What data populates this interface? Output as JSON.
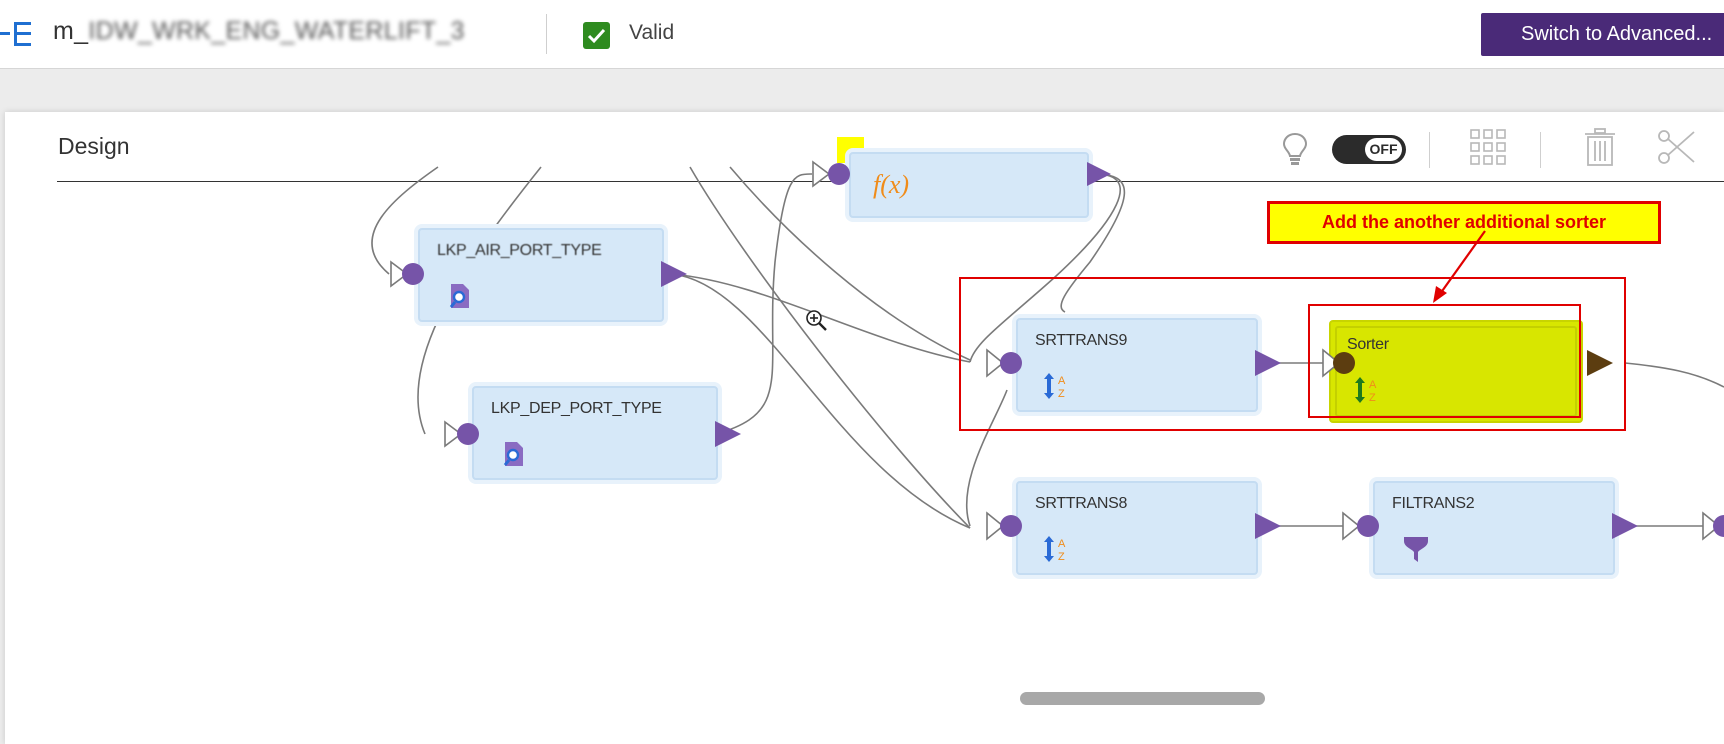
{
  "header": {
    "title_prefix": "m_",
    "title_rest": "IDW_WRK_ENG_WATERLIFT_3",
    "status_label": "Valid",
    "advanced_button_label": "Switch to Advanced..."
  },
  "design": {
    "title": "Design",
    "toggle_label": "OFF"
  },
  "nodes": {
    "lkp_1": "LKP_AIR_PORT_TYPE",
    "lkp_2": "LKP_DEP_PORT_TYPE",
    "srt9": "SRTTRANS9",
    "sorter": "Sorter",
    "srt8": "SRTTRANS8",
    "fil2": "FILTRANS2",
    "expr_icon": "f(x)"
  },
  "annotation": {
    "callout_text": "Add the another additional sorter"
  },
  "colors": {
    "accent": "#4a2a78",
    "port": "#7654a8",
    "node_fill": "#d6e8f8",
    "highlight": "#d8e600",
    "annotation_red": "#e00000",
    "valid_green": "#2e8b1f"
  },
  "icons": {
    "menu": "mapping-tree-icon",
    "valid": "checkmark-icon",
    "bulb": "lightbulb-icon",
    "grid": "grid-icon",
    "delete": "trash-icon",
    "cut": "scissors-icon",
    "lookup": "lookup-icon",
    "sorter": "sort-az-icon",
    "filter": "filter-funnel-icon",
    "expression": "expression-icon",
    "zoom": "zoom-in-cursor-icon"
  }
}
